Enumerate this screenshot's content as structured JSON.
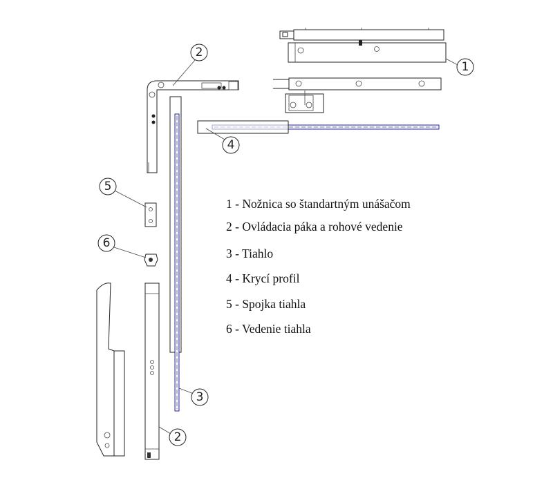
{
  "callouts": {
    "c1": "1",
    "c2_top": "2",
    "c2_bottom": "2",
    "c3": "3",
    "c4": "4",
    "c5": "5",
    "c6": "6"
  },
  "legend": [
    "1 - Nožnica so štandartným unášačom",
    "2 - Ovládacia páka a rohové vedenie",
    "3 - Tiahlo",
    "4 - Krycí profil",
    "5 - Spojka tiahla",
    "6 - Vedenie tiahla"
  ],
  "colors": {
    "line": "#222222",
    "rod": "#2a2a8a"
  }
}
